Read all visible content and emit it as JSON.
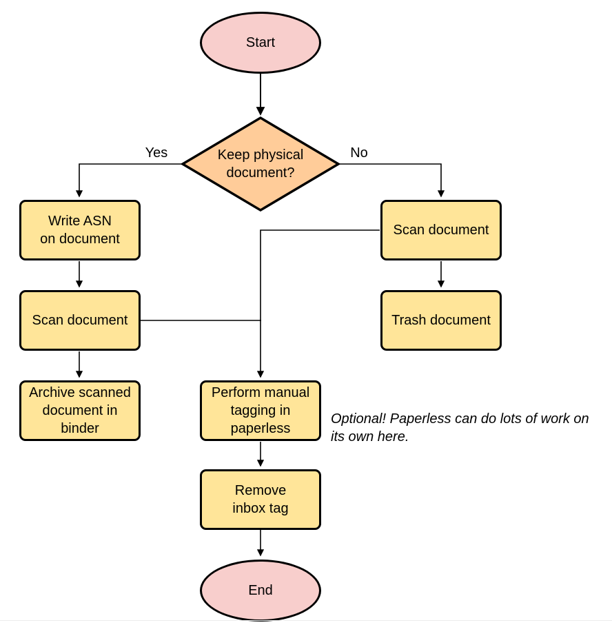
{
  "diagram": {
    "type": "flowchart",
    "colors": {
      "terminator_fill": "#f8cecc",
      "process_fill": "#ffe599",
      "decision_fill": "#ffcc99",
      "stroke": "#000000",
      "text": "#000000"
    }
  },
  "nodes": {
    "start": {
      "label": "Start",
      "shape": "terminator"
    },
    "decision_keep_physical": {
      "label": "Keep physical\ndocument?",
      "shape": "decision"
    },
    "write_asn": {
      "label": "Write ASN\non document",
      "shape": "process"
    },
    "scan_document_left": {
      "label": "Scan document",
      "shape": "process"
    },
    "archive_binder": {
      "label": "Archive scanned\ndocument in\nbinder",
      "shape": "process"
    },
    "scan_document_right": {
      "label": "Scan document",
      "shape": "process"
    },
    "trash_document": {
      "label": "Trash document",
      "shape": "process"
    },
    "manual_tagging": {
      "label": "Perform manual\ntagging in\npaperless",
      "shape": "process"
    },
    "remove_inbox_tag": {
      "label": "Remove\ninbox tag",
      "shape": "process"
    },
    "end": {
      "label": "End",
      "shape": "terminator"
    }
  },
  "edge_labels": {
    "yes": "Yes",
    "no": "No"
  },
  "annotation": {
    "text": "Optional! Paperless can do lots of work on\nits own here."
  }
}
